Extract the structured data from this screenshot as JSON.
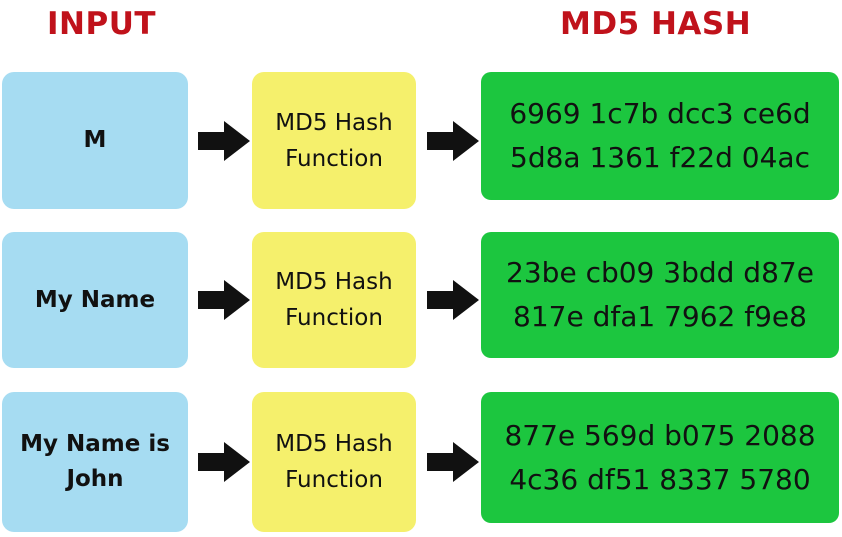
{
  "headers": {
    "input": "INPUT",
    "hash": "MD5 HASH"
  },
  "rows": [
    {
      "input": "M",
      "function_line1": "MD5 Hash",
      "function_line2": "Function",
      "hash_line1": "6969 1c7b dcc3 ce6d",
      "hash_line2": "5d8a 1361 f22d 04ac"
    },
    {
      "input": "My Name",
      "function_line1": "MD5 Hash",
      "function_line2": "Function",
      "hash_line1": "23be cb09 3bdd d87e",
      "hash_line2": "817e dfa1 7962 f9e8"
    },
    {
      "input_line1": "My Name is",
      "input_line2": "John",
      "function_line1": "MD5 Hash",
      "function_line2": "Function",
      "hash_line1": "877e 569d b075 2088",
      "hash_line2": "4c36 df51 8337 5780"
    }
  ],
  "colors": {
    "header": "#c0121b",
    "input_box": "#a6dcf2",
    "function_box": "#f5f06c",
    "hash_box": "#1cc63f",
    "arrow": "#111111"
  }
}
